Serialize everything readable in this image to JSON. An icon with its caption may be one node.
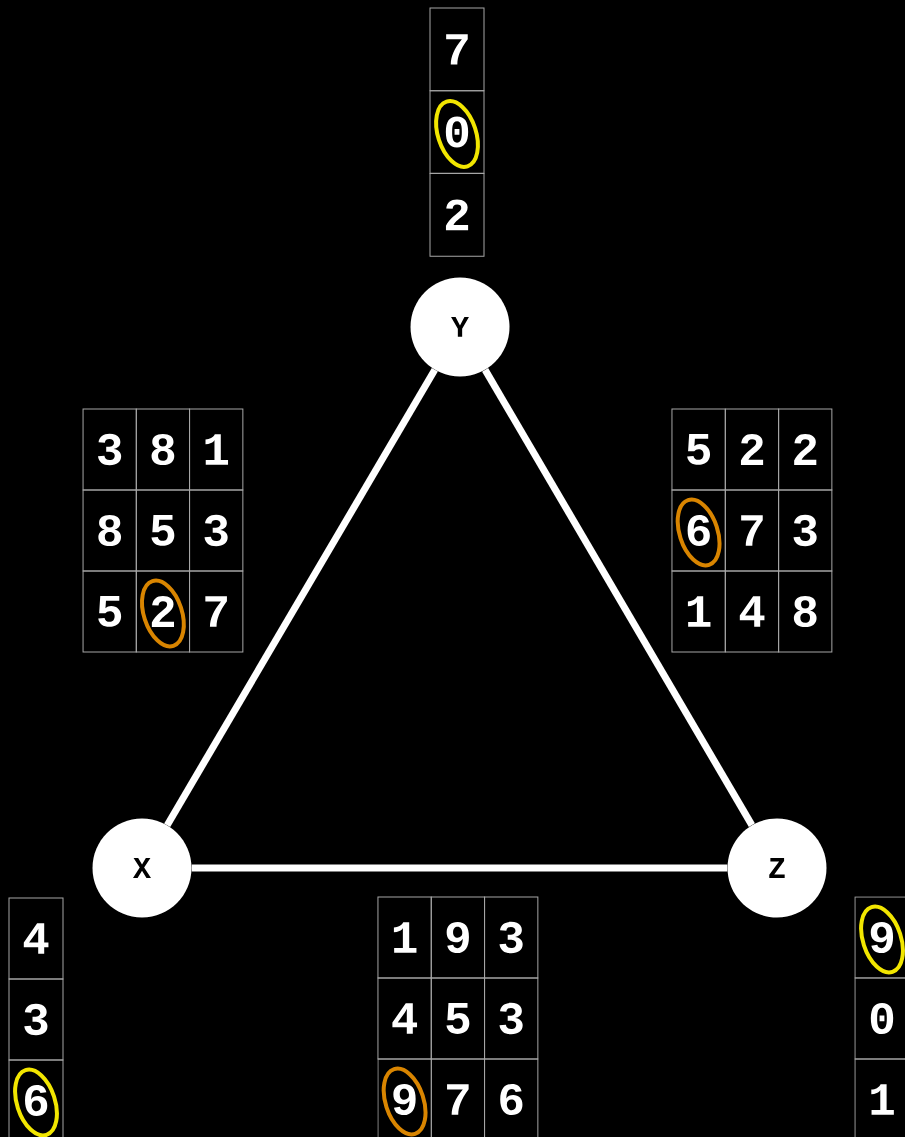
{
  "diagram": {
    "nodes": [
      {
        "text": [
          "X"
        ]
      },
      {
        "text": [
          "Y"
        ]
      },
      {
        "text": [
          "Z"
        ]
      }
    ],
    "edges": [
      {
        "from": 0,
        "to": 1,
        "arrow": "none"
      },
      {
        "from": 1,
        "to": 2,
        "arrow": "none"
      },
      {
        "from": 0,
        "to": 2,
        "arrow": "none"
      }
    ],
    "labels": [
      "7",
      "0",
      "2",
      "3",
      "8",
      "1",
      "8",
      "5",
      "3",
      "5",
      "2",
      "7",
      "5",
      "2",
      "2",
      "6",
      "7",
      "3",
      "1",
      "4",
      "8",
      "4",
      "3",
      "6",
      "1",
      "9",
      "3",
      "4",
      "5",
      "3",
      "9",
      "7",
      "6",
      "9",
      "0",
      "1"
    ]
  }
}
